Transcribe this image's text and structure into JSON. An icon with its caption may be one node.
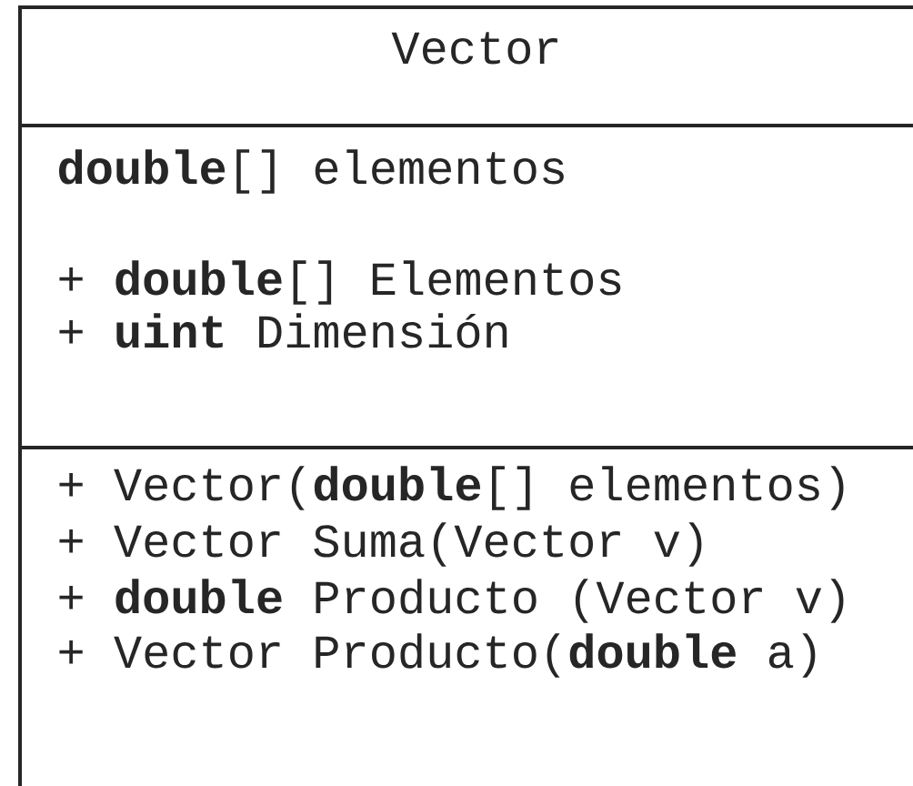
{
  "diagram": {
    "nodes": [
      {
        "text": [
          "Vector"
        ]
      },
      {
        "text": [
          "**double**[] elementos",
          "+ **double**[] Elementos",
          "+ **uint** Dimensión"
        ],
        "in": 0
      },
      {
        "text": [
          "+ Vector(**double**[] elementos)",
          "+ Vector Suma(Vector v)",
          "+ **double** Producto (Vector v)",
          "+ Vector Producto(**double** a)"
        ],
        "in": 0
      }
    ]
  }
}
